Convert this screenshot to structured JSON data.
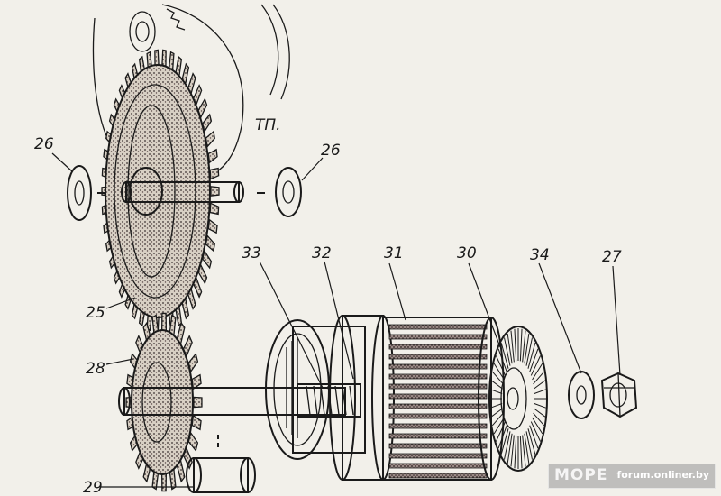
{
  "diagram": {
    "parts": [
      {
        "id": "p26a",
        "label": "26"
      },
      {
        "id": "p26b",
        "label": "26"
      },
      {
        "id": "p25",
        "label": "25"
      },
      {
        "id": "p28",
        "label": "28"
      },
      {
        "id": "p29",
        "label": "29"
      },
      {
        "id": "p33",
        "label": "33"
      },
      {
        "id": "p32",
        "label": "32"
      },
      {
        "id": "p31",
        "label": "31"
      },
      {
        "id": "p30",
        "label": "30"
      },
      {
        "id": "p34",
        "label": "34"
      },
      {
        "id": "p27",
        "label": "27"
      }
    ],
    "inscription": "TП."
  },
  "watermark": {
    "brand": "МОРЕ",
    "site": "forum.onliner.by"
  }
}
